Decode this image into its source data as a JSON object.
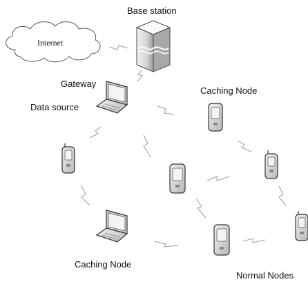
{
  "labels": {
    "base_station": "Base station",
    "internet": "Internet",
    "gateway": "Gateway",
    "data_source": "Data source",
    "caching_node_top": "Caching Node",
    "caching_node_bottom": "Caching Node",
    "normal_nodes": "Normal Nodes"
  },
  "icons": {
    "cloud": "cloud-icon",
    "server": "server-icon",
    "laptop": "laptop-icon",
    "phone": "phone-icon"
  },
  "colors": {
    "device_fill": "#e0e0e0",
    "device_stroke": "#4a4a4a",
    "screen": "#f4f4f4",
    "link": "#9a9a9a"
  }
}
